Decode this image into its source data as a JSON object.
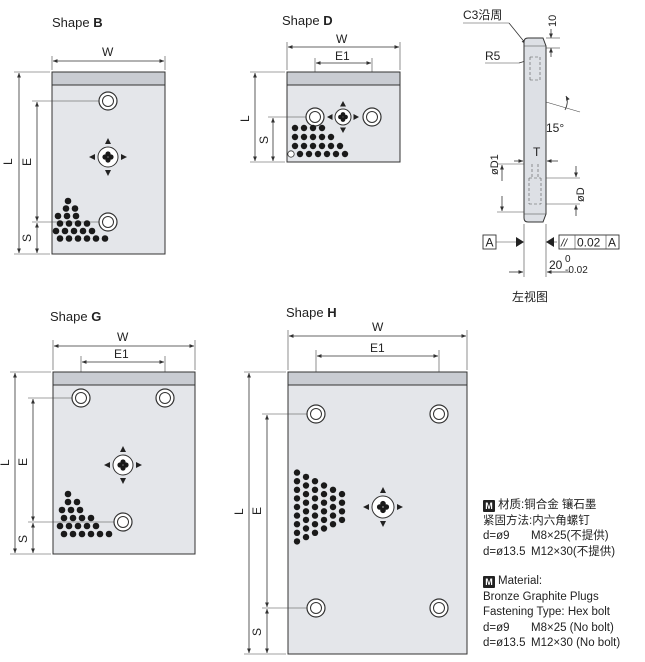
{
  "shapes": {
    "B": {
      "prefix": "Shape ",
      "letter": "B"
    },
    "D": {
      "prefix": "Shape ",
      "letter": "D"
    },
    "G": {
      "prefix": "Shape ",
      "letter": "G"
    },
    "H": {
      "prefix": "Shape ",
      "letter": "H"
    }
  },
  "dims": {
    "W": "W",
    "E1": "E1",
    "L": "L",
    "E": "E",
    "S": "S"
  },
  "side_view": {
    "chamfer": "C3沿周",
    "ten": "10",
    "radius": "R5",
    "angle": "15°",
    "d1": "øD1",
    "t": "T",
    "d": "øD",
    "datum_left": "A",
    "parallel_symbol": "//",
    "tolerance": "0.02",
    "datum_right": "A",
    "thickness": "20",
    "tol_upper": "0",
    "tol_lower": "-0.02",
    "caption": "左视图"
  },
  "notes": {
    "badge": "M",
    "cn_material": "材质:铜合金 镶石墨",
    "cn_fastening": "紧固方法:内六角螺钉",
    "cn_rows": [
      {
        "d": "d=ø9",
        "bolt": "M8×25(不提供)"
      },
      {
        "d": "d=ø13.5",
        "bolt": "M12×30(不提供)"
      }
    ],
    "en_title": "Material:",
    "en_material": "Bronze Graphite Plugs",
    "en_fastening": "Fastening Type: Hex bolt",
    "en_rows": [
      {
        "d": "d=ø9",
        "bolt": "M8×25 (No bolt)"
      },
      {
        "d": "d=ø13.5",
        "bolt": "M12×30 (No bolt)"
      }
    ]
  }
}
